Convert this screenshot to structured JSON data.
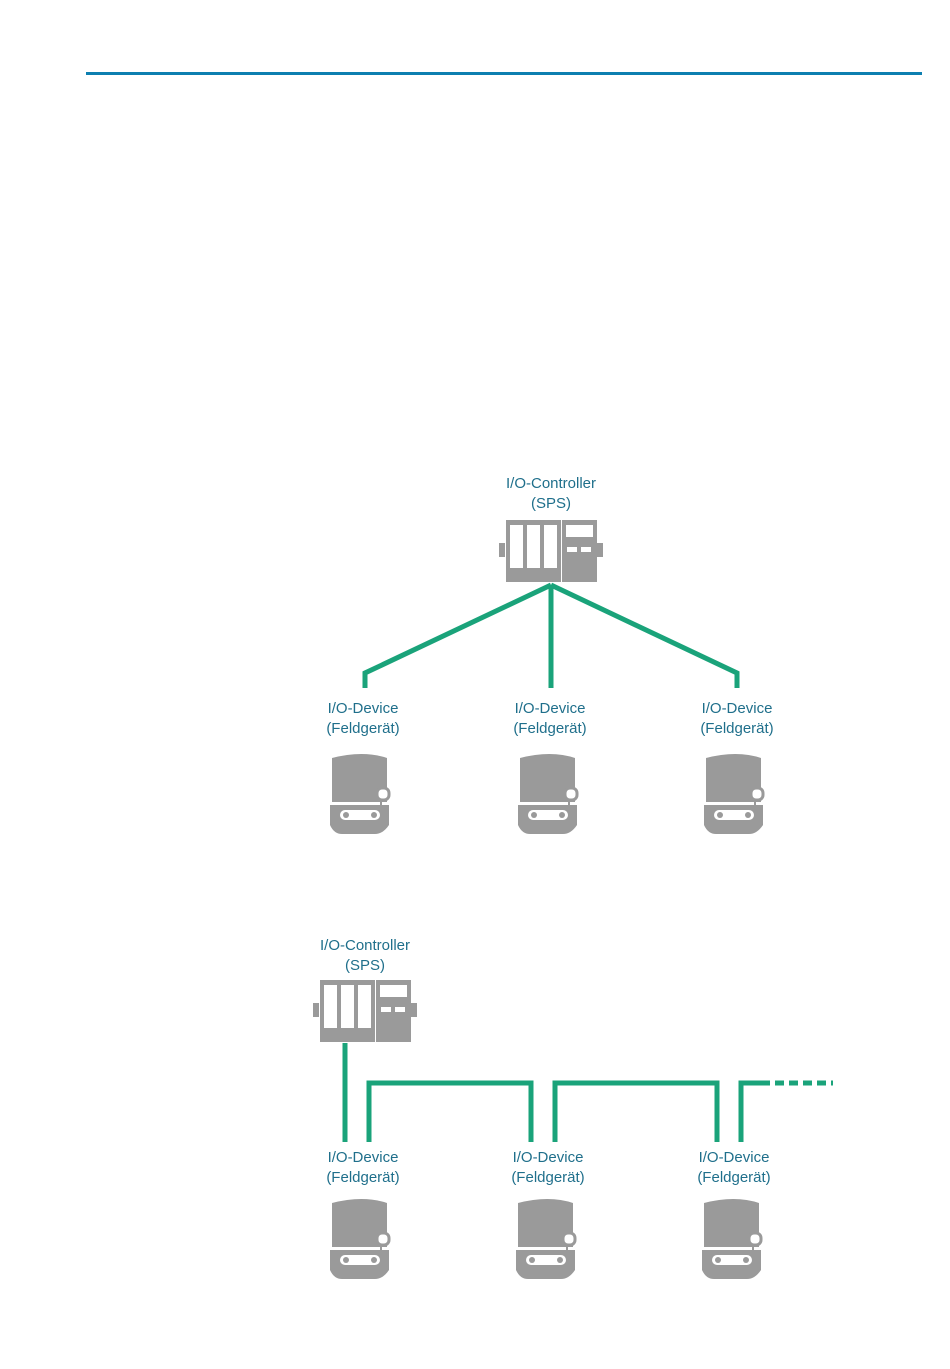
{
  "colors": {
    "header_line": "#0d7fb0",
    "label_text": "#1f6f8b",
    "bus_line": "#1aa37a",
    "device_gray": "#9a9a9a",
    "device_gray_dark": "#7d7d7d"
  },
  "labels": {
    "controller_line1": "I/O-Controller",
    "controller_line2": "(SPS)",
    "device_line1": "I/O-Device",
    "device_line2": "(Feldgerät)"
  },
  "diagrams": [
    {
      "topology": "star",
      "controller": {
        "line1": "I/O-Controller",
        "line2": "(SPS)"
      },
      "devices": [
        {
          "line1": "I/O-Device",
          "line2": "(Feldgerät)"
        },
        {
          "line1": "I/O-Device",
          "line2": "(Feldgerät)"
        },
        {
          "line1": "I/O-Device",
          "line2": "(Feldgerät)"
        }
      ]
    },
    {
      "topology": "line",
      "controller": {
        "line1": "I/O-Controller",
        "line2": "(SPS)"
      },
      "devices": [
        {
          "line1": "I/O-Device",
          "line2": "(Feldgerät)"
        },
        {
          "line1": "I/O-Device",
          "line2": "(Feldgerät)"
        },
        {
          "line1": "I/O-Device",
          "line2": "(Feldgerät)"
        }
      ],
      "continues": true
    }
  ]
}
